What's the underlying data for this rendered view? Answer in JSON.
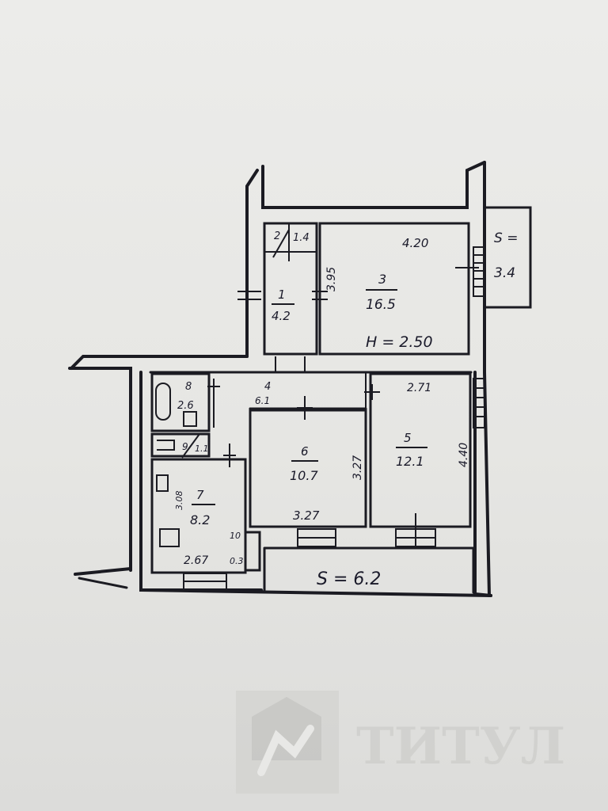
{
  "rooms": [
    {
      "id": "1",
      "area": "4.2"
    },
    {
      "id": "2",
      "area": "1.4"
    },
    {
      "id": "3",
      "area": "16.5"
    },
    {
      "id": "4",
      "area": "6.1"
    },
    {
      "id": "5",
      "area": "12.1"
    },
    {
      "id": "6",
      "area": "10.7"
    },
    {
      "id": "7",
      "area": "8.2"
    },
    {
      "id": "8",
      "area": "2.6"
    },
    {
      "id": "9",
      "area": "1.1"
    },
    {
      "id": "10",
      "area": "0.3"
    }
  ],
  "dimensions": {
    "room3_width": "4.20",
    "room3_depth": "3.95",
    "ceiling_height": "H = 2.50",
    "room5_width": "2.71",
    "room5_depth": "4.40",
    "room6_width": "3.27",
    "room6_depth": "3.27",
    "room7_width": "2.67",
    "room7_depth": "3.08"
  },
  "balconies": {
    "small_label": "S =",
    "small_value": "3.4",
    "large": "S = 6.2"
  },
  "watermark": {
    "text": "ТИТУЛ"
  },
  "colors": {
    "ink": "#1b1b22",
    "paper": "#e9e9e7",
    "watermark": "#cfcfcc"
  }
}
